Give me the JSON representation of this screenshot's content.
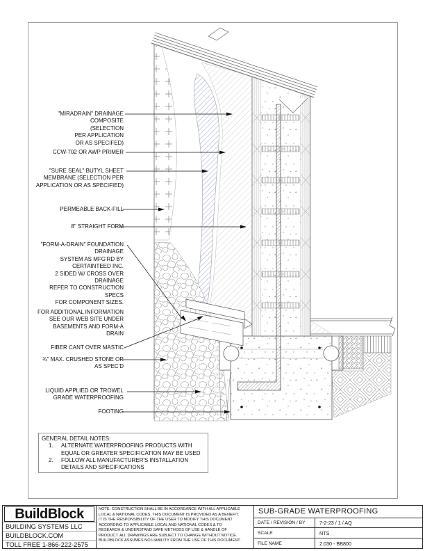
{
  "colors": {
    "hatch_blue": "#9aa2d8",
    "line_gray": "#666666",
    "frame_gray": "#9a9a9a",
    "text": "#111111"
  },
  "callouts": [
    {
      "id": "miradrain",
      "lines": [
        "\"MIRADRAIN\" DRAINAGE",
        "COMPOSITE",
        "(SELECTION",
        "PER APPLICATION",
        "OR AS SPECIFED)"
      ]
    },
    {
      "id": "primer",
      "lines": [
        "CCW-702 OR AWP PRIMER"
      ]
    },
    {
      "id": "sure-seal",
      "lines": [
        "\"SURE SEAL\" BUTYL SHEET",
        "MEMBRANE (SELECTION PER",
        "APPLICATION OR AS SPECIFIED)"
      ]
    },
    {
      "id": "backfill",
      "lines": [
        "PERMEABLE BACK-FILL"
      ]
    },
    {
      "id": "straight-form",
      "lines": [
        "8\" STRAIGHT FORM"
      ]
    },
    {
      "id": "form-a-drain",
      "lines": [
        "\"FORM-A-DRAIN\" FOUNDATION",
        "DRAINAGE",
        "SYSTEM AS MFG'RD BY",
        "CERTAINTEED INC.",
        "2 SIDED W/ CROSS OVER",
        "DRAINAGE",
        "REFER TO CONSTRUCTION",
        "SPECS",
        "FOR COMPONENT SIZES."
      ]
    },
    {
      "id": "additional-info",
      "lines": [
        "FOR ADDITIONAL INFORMATION",
        "SEE OUR WEB SITE UNDER",
        "BASEMENTS AND FORM-A",
        "DRAIN"
      ]
    },
    {
      "id": "fiber-cant",
      "lines": [
        "FIBER CANT OVER MASTIC"
      ]
    },
    {
      "id": "crushed-stone",
      "lines": [
        "¾\" MAX. CRUSHED STONE OR",
        "AS SPEC'D"
      ]
    },
    {
      "id": "liquid-applied",
      "lines": [
        "LIQUID APPLIED OR TROWEL",
        "GRADE WATERPROOFING"
      ]
    },
    {
      "id": "footing",
      "lines": [
        "FOOTING"
      ]
    }
  ],
  "notes": {
    "title": "GENERAL DETAIL NOTES:",
    "items": [
      {
        "num": "1.",
        "line1": "ALTERNATE WATERPROOFING PRODUCTS WITH",
        "line2": "EQUAL OR GREATER SPECIFICATION MAY BE USED"
      },
      {
        "num": "2.",
        "line1": "FOLLOW ALL MANUFACTURER'S INSTALLATION",
        "line2": "DETAILS AND SPECIFICATIONS"
      }
    ]
  },
  "footer": {
    "brand": {
      "logo": "BuildBlock",
      "company": "BUILDING SYSTEMS LLC",
      "website": "BUILDBLOCK.COM",
      "phone": "TOLL FREE 1-866-222-2575"
    },
    "disclaimer_lines": [
      "NOTE: CONSTRUCTION SHALL BE IN ACCORDANCE WITH ALL APPLICABLE",
      "LOCAL & NATIONAL CODES. THIS DOCUMENT IS PROVIDED AS A BENEFIT.",
      "IT IS THE RESPONSIBILITY OF THE USER TO MODIFY THIS DOCUMENT",
      "ACCORDING TO APPLICABLE LOCAL AND NATIONAL CODES & TO",
      "RESEARCH & UNDERSTAND SAFE METHODS OF USE & HANDLE OF",
      "PRODUCT. ALL DRAWINGS ARE SUBJECT TO CHANGE WITHOUT NOTICE.",
      "BUILDBLOCK ASSUMES NO LIABILITY FROM THE USE OF THIS DOCUMENT."
    ],
    "titleblock": {
      "title": "SUB-GRADE WATERPROOFING",
      "rows": [
        {
          "label": "DATE / REVISION / BY",
          "value": "7-2-23 / 1 / AQ"
        },
        {
          "label": "SCALE",
          "value": "NTS"
        },
        {
          "label": "FILE NAME",
          "value": "2.030 - BB800"
        }
      ]
    }
  }
}
